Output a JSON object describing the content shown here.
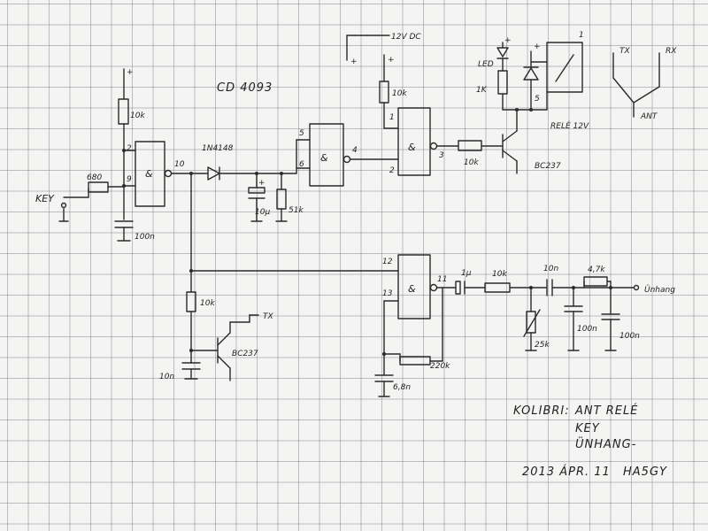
{
  "ic": "CD 4093",
  "labels": {
    "key_in": "KEY",
    "r_in": "680",
    "r_top": "10k",
    "c_gate1": "100n",
    "diode1": "1N4148",
    "c_elec": "10µ",
    "r_51k": "51k",
    "supply": "12V DC",
    "r_led_top": "10k",
    "led": "LED",
    "r_led": "1K",
    "relay": "RELÉ 12V",
    "tx_top": "TX",
    "rx_top": "RX",
    "ant": "ANT",
    "r_base": "10k",
    "q1": "BC237",
    "r_q2": "10k",
    "tx_q2": "TX",
    "q2": "BC237",
    "c_q2": "10n",
    "c_coupling": "1µ",
    "r_filter": "10k",
    "c_filter": "10n",
    "r_47k": "4,7k",
    "out": "Ünhang",
    "pot": "25k",
    "c_100n_a": "100n",
    "c_100n_b": "100n",
    "r_220k": "220k",
    "c_6n8": "6,8n",
    "plus": "+",
    "pins": {
      "p2": "2",
      "p9": "9",
      "p10": "10",
      "p5": "5",
      "p6": "6",
      "p4": "4",
      "p1": "1",
      "p2b": "2",
      "p3": "3",
      "p12": "12",
      "p13": "13",
      "p11": "11"
    }
  },
  "notes": {
    "title": "KOLIBRI:",
    "line1": "ANT RELÉ",
    "line2": "KEY",
    "line3": "ÜNHANG-",
    "date": "2013 ÁPR. 11",
    "callsign": "HA5GY"
  }
}
